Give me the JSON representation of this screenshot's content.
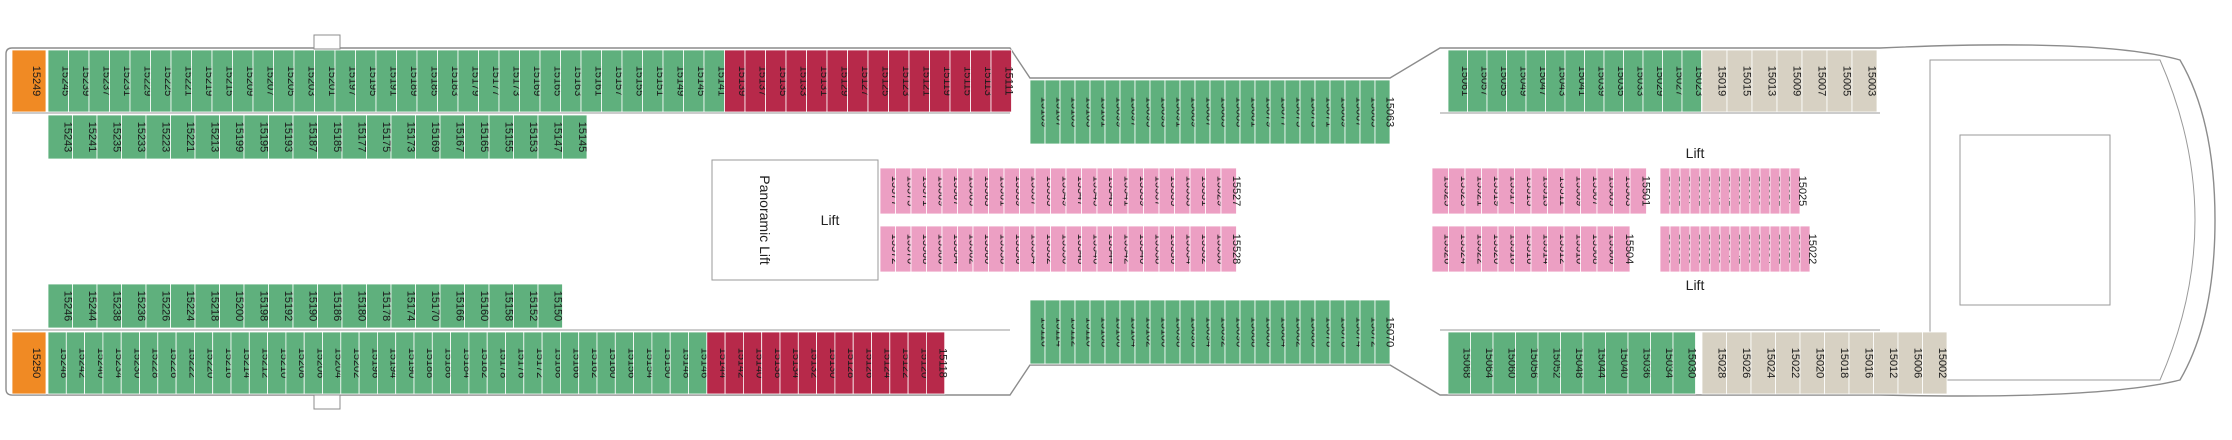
{
  "colors": {
    "green": "#5fb07d",
    "crimson": "#b7294a",
    "grey": "#a8a8a8",
    "beige": "#d7d1c3",
    "pink": "#ec9fc3",
    "orange": "#f08a24",
    "outline": "#8c8c8c"
  },
  "labels": {
    "panoramic_lift": "Panoramic Lift",
    "lift": "Lift",
    "lift_fwd_top": "Lift",
    "lift_fwd_bottom": "Lift"
  },
  "cabins": {
    "top_outer_suites": [
      "15249"
    ],
    "top_outer_green": [
      "15245",
      "15239",
      "15237",
      "15231",
      "15229",
      "15225",
      "15221",
      "15219",
      "15215",
      "15209",
      "15207",
      "15205",
      "15203",
      "15201",
      "15197",
      "15195",
      "15191",
      "15189",
      "15185",
      "15183",
      "15179",
      "15177",
      "15173",
      "15169",
      "15165",
      "15163",
      "15161",
      "15157",
      "15155",
      "15151",
      "15149",
      "15145",
      "15141"
    ],
    "top_outer_crimson": [
      "15139",
      "15137",
      "15135",
      "15133",
      "15131",
      "15129",
      "15127",
      "15125",
      "15123",
      "15121",
      "15119",
      "15115",
      "15113",
      "15111"
    ],
    "top_mid_crimson_green": [
      "15109",
      "15107",
      "15105",
      "15103",
      "15101",
      "15099",
      "15097",
      "15095",
      "15093",
      "15091",
      "15089",
      "15087",
      "15085",
      "15083",
      "15081",
      "15079",
      "15077",
      "15075",
      "15073",
      "15071",
      "15069",
      "15067",
      "15065",
      "15063"
    ],
    "top_fwd_green": [
      "15061",
      "15057",
      "15055",
      "15049",
      "15047",
      "15043",
      "15041",
      "15039",
      "15035",
      "15033",
      "15029",
      "15027",
      "15023"
    ],
    "top_fwd_beige": [
      "15019",
      "15015",
      "15013",
      "15009",
      "15007",
      "15005",
      "15003"
    ],
    "top_inner_green": [
      "15243",
      "15241",
      "15235",
      "15233",
      "15223",
      "15221",
      "15213",
      "15199",
      "15195",
      "15193",
      "15187",
      "15185",
      "15177",
      "15175",
      "15173",
      "15169",
      "15167",
      "15165",
      "15155",
      "15153",
      "15147",
      "15145"
    ],
    "top_inner_pink": [
      "15577",
      "15575",
      "15571",
      "15569",
      "15567",
      "15565",
      "15563",
      "15561",
      "15559",
      "15557",
      "15555",
      "15549",
      "15547",
      "15545",
      "15543",
      "15541",
      "15539",
      "15537",
      "15535",
      "15533",
      "15531",
      "15529",
      "15527",
      "15525",
      "15523",
      "15521",
      "15519",
      "15517",
      "15515",
      "15513",
      "15511",
      "15509",
      "15507",
      "15505",
      "15503",
      "15501",
      "15065",
      "15061",
      "15057",
      "15051",
      "15045",
      "15043",
      "15041",
      "15039",
      "15037",
      "15035",
      "15033",
      "15031",
      "15027",
      "15025"
    ],
    "bottom_inner_pink": [
      "15572",
      "15570",
      "15568",
      "15566",
      "15564",
      "15562",
      "15560",
      "15558",
      "15556",
      "15554",
      "15552",
      "15550",
      "15548",
      "15546",
      "15544",
      "15542",
      "15540",
      "15538",
      "15536",
      "15534",
      "15532",
      "15530",
      "15528",
      "15526",
      "15524",
      "15522",
      "15520",
      "15518",
      "15516",
      "15514",
      "15512",
      "15510",
      "15508",
      "15506",
      "15504",
      "15066",
      "15062",
      "15058",
      "15056",
      "15052",
      "15050",
      "15046",
      "15042",
      "15038",
      "15036",
      "15034",
      "15032",
      "15028",
      "15026",
      "15022"
    ],
    "bottom_inner_green": [
      "15246",
      "15244",
      "15238",
      "15236",
      "15226",
      "15224",
      "15218",
      "15200",
      "15198",
      "15192",
      "15190",
      "15186",
      "15180",
      "15178",
      "15174",
      "15170",
      "15166",
      "15160",
      "15158",
      "15152",
      "15150"
    ],
    "bottom_outer_suites": [
      "15250"
    ],
    "bottom_outer_green": [
      "15248",
      "15242",
      "15240",
      "15234",
      "15230",
      "15228",
      "15226",
      "15222",
      "15220",
      "15216",
      "15214",
      "15212",
      "15210",
      "15208",
      "15206",
      "15204",
      "15202",
      "15196",
      "15194",
      "15190",
      "15188",
      "15186",
      "15184",
      "15182",
      "15178",
      "15176",
      "15172",
      "15168",
      "15166",
      "15162",
      "15160",
      "15156",
      "15154",
      "15150",
      "15148",
      "15146"
    ],
    "bottom_outer_crimson": [
      "15144",
      "15142",
      "15140",
      "15138",
      "15134",
      "15132",
      "15130",
      "15128",
      "15126",
      "15124",
      "15122",
      "15120",
      "15118"
    ],
    "bottom_mid": [
      "15116",
      "15114",
      "15112",
      "15110",
      "15108",
      "15106",
      "15104",
      "15102",
      "15100",
      "15098",
      "15096",
      "15094",
      "15092",
      "15090",
      "15088",
      "15086",
      "15084",
      "15082",
      "15080",
      "15078",
      "15076",
      "15074",
      "15072",
      "15070"
    ],
    "bottom_fwd_green": [
      "15068",
      "15064",
      "15060",
      "15056",
      "15052",
      "15048",
      "15044",
      "15040",
      "15036",
      "15034",
      "15030"
    ],
    "bottom_fwd_beige": [
      "15028",
      "15026",
      "15024",
      "15022",
      "15020",
      "15018",
      "15016",
      "15012",
      "15006",
      "15002"
    ]
  }
}
